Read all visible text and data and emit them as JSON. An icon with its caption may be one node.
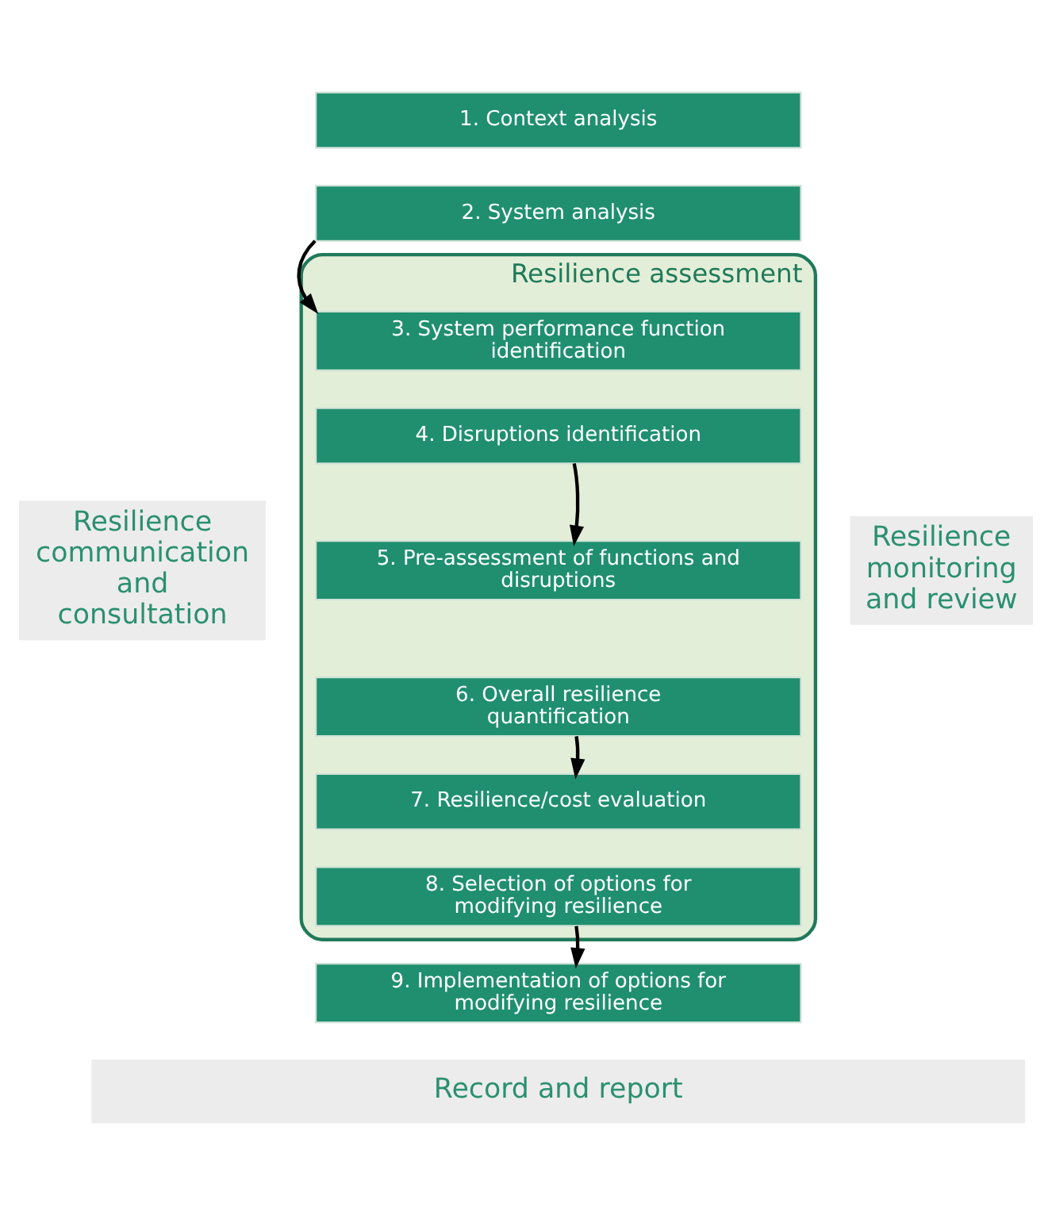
{
  "diagram": {
    "nodes": [
      {
        "text": [
          "Resilience communication and consultation"
        ]
      },
      {
        "text": [
          "1. Context analysis"
        ]
      },
      {
        "text": [
          "2. System analysis"
        ]
      },
      {
        "text": [
          "Resilience assessment"
        ]
      },
      {
        "text": [
          "3. System performance function identification"
        ],
        "in": 3
      },
      {
        "text": [
          "4. Disruptions identification"
        ],
        "in": 3
      },
      {
        "text": [
          "5. Pre-assessment of functions and disruptions"
        ],
        "in": 3
      },
      {
        "text": [
          "6. Overall resilience quantification"
        ],
        "in": 3
      },
      {
        "text": [
          "7. Resilience/cost evaluation"
        ],
        "in": 3
      },
      {
        "text": [
          "8. Selection of options for modifying resilience"
        ],
        "in": 3
      },
      {
        "text": [
          "9. Implementation of options for modifying resilience"
        ]
      },
      {
        "text": [
          "Resilience monitoring and review"
        ]
      },
      {
        "text": [
          "Record and report"
        ]
      }
    ],
    "edges": [
      {
        "from": 2,
        "to": 4,
        "arrow": "to"
      },
      {
        "from": 5,
        "to": 6,
        "arrow": "to"
      },
      {
        "from": 7,
        "to": 8,
        "arrow": "to"
      },
      {
        "from": 9,
        "to": 10,
        "arrow": "to"
      }
    ]
  }
}
